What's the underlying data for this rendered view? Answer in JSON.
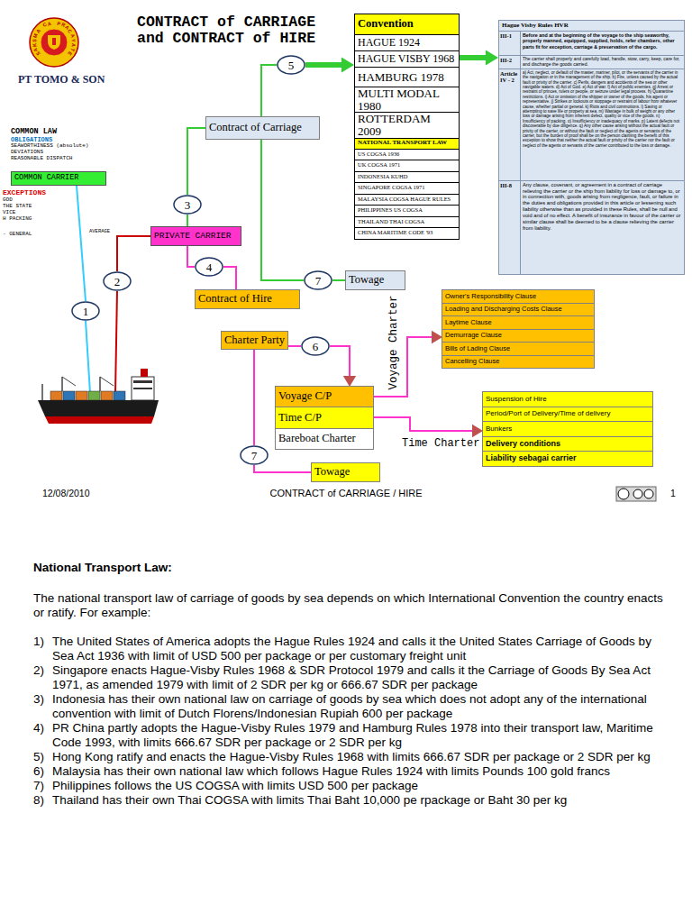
{
  "diagram": {
    "title": "CONTRACT of CARRIAGE and CONTRACT of HIRE",
    "nodes": [
      {
        "text": [
          "COMMON CARRIER"
        ]
      },
      {
        "text": [
          "1"
        ]
      },
      {
        "text": [
          "2"
        ]
      },
      {
        "text": [
          "PRIVATE CARRIER"
        ]
      },
      {
        "text": [
          "3"
        ]
      },
      {
        "text": [
          "Contract of Carriage"
        ]
      },
      {
        "text": [
          "5"
        ]
      },
      {
        "text": [
          "Convention"
        ]
      },
      {
        "text": [
          "HAGUE 1924"
        ],
        "in": 7
      },
      {
        "text": [
          "HAGUE VISBY 1968"
        ],
        "in": 7
      },
      {
        "text": [
          "HAMBURG 1978"
        ],
        "in": 7
      },
      {
        "text": [
          "MULTI MODAL 1980"
        ],
        "in": 7
      },
      {
        "text": [
          "ROTTERDAM 2009"
        ],
        "in": 7
      },
      {
        "text": [
          "NATIONAL TRANSPORT LAW"
        ],
        "in": 7
      },
      {
        "text": [
          "US COGSA 1936"
        ],
        "in": 7
      },
      {
        "text": [
          "UK COGSA 1971"
        ],
        "in": 7
      },
      {
        "text": [
          "INDONESIA KUHD"
        ],
        "in": 7
      },
      {
        "text": [
          "SINGAPORE COGSA 1971"
        ],
        "in": 7
      },
      {
        "text": [
          "MALAYSIA COGSA HAGUE RULES"
        ],
        "in": 7
      },
      {
        "text": [
          "PHILIPPINES US COGSA"
        ],
        "in": 7
      },
      {
        "text": [
          "THAILAND THAI COGSA"
        ],
        "in": 7
      },
      {
        "text": [
          "CHINA MARITIME CODE '93"
        ],
        "in": 7
      },
      {
        "text": [
          "Hague Visby Rules HVR"
        ]
      },
      {
        "text": [
          "III-1",
          "Before and at the beginning of the voyage to the ship seaworthy, properly manned, equipped, supplied, holds, refer chambers, other parts fit for exception, carriage & preservation of the cargo."
        ],
        "in": 22
      },
      {
        "text": [
          "III-2",
          "The carrier shall properly and carefully load, handle, stow, carry, keep, care for, and discharge the goods carried."
        ],
        "in": 22
      },
      {
        "text": [
          "Article IV - 2",
          "a) Act, neglect, or default of the master, mariner, pilot, or the servants of the carrier in the navigation or in the management of the ship. b) Fire, unless caused by the actual fault or privity of the carrier. c) Perils, dangers and accidents of the sea or other navigable waters. d) Act of God. e) Act of war. f) Act of public enemies. g) Arrest or restraint of princes, rulers or people, or seizure under legal process. h) Quarantine restrictions. i) Act or omission of the shipper or owner of the goods, his agent or representative. j) Strikes or lockouts or stoppage or restraint of labour from whatever cause, whether partial or general. k) Riots and civil commotions. l) Saving or attempting to save life or property at sea. m) Wastage in bulk of weight or any other loss or damage arising from inherent defect, quality or vice of the goods. n) Insufficiency of packing. o) Insufficiency or inadequacy of marks. p) Latent defects not discoverable by due diligence. q) Any other cause arising without the actual fault or privity of the carrier, or without the fault or neglect of the agents or servants of the carrier, but the burden of proof shall be on the person claiming the benefit of this exception to show that neither the actual fault or privity of the carrier nor the fault or neglect of the agents or servants of the carrier contributed to the loss or damage."
        ],
        "in": 22
      },
      {
        "text": [
          "III-8",
          "Any clause, covenant, or agreement in a contract of carriage relieving the carrier or the ship from liability for loss or damage to, or in connection with, goods arising from negligence, fault, or failure in the duties and obligations provided in this article or lessening such liability otherwise than as provided in these Rules, shall be null and void and of no effect. A benefit of insurance in favour of the carrier or similar clause shall be deemed to be a clause relieving the carrier from liability."
        ],
        "in": 22
      },
      {
        "text": [
          "4"
        ]
      },
      {
        "text": [
          "Contract of Hire"
        ]
      },
      {
        "text": [
          "7"
        ]
      },
      {
        "text": [
          "Towage"
        ]
      },
      {
        "text": [
          "Charter Party"
        ]
      },
      {
        "text": [
          "6"
        ]
      },
      {
        "text": [
          "Voyage C/P"
        ]
      },
      {
        "text": [
          "Time C/P"
        ]
      },
      {
        "text": [
          "Bareboat Charter"
        ]
      },
      {
        "text": [
          "7"
        ]
      },
      {
        "text": [
          "Towage"
        ]
      },
      {
        "text": [
          "Owner's Responsibility Clause"
        ]
      },
      {
        "text": [
          "Loading and Discharging Costs Clause"
        ]
      },
      {
        "text": [
          "Laytime Clause"
        ]
      },
      {
        "text": [
          "Demurrage Clause"
        ]
      },
      {
        "text": [
          "Bills of Lading Clause"
        ]
      },
      {
        "text": [
          "Cancelling Clause"
        ]
      },
      {
        "text": [
          "Suspension of Hire"
        ]
      },
      {
        "text": [
          "Period/Port of Delivery/Time of delivery"
        ]
      },
      {
        "text": [
          "Bunkers"
        ]
      },
      {
        "text": [
          "Delivery conditions"
        ]
      },
      {
        "text": [
          "Liability sebagai carrier"
        ]
      }
    ],
    "edges": [
      {
        "from": 1,
        "to": 0,
        "arrow": "none"
      },
      {
        "from": 2,
        "to": 3,
        "arrow": "none"
      },
      {
        "from": 3,
        "to": 4,
        "arrow": "none"
      },
      {
        "from": 4,
        "to": 5,
        "arrow": "none"
      },
      {
        "from": 5,
        "to": 6,
        "arrow": "none"
      },
      {
        "from": 6,
        "to": 7,
        "arrow": "to"
      },
      {
        "from": 9,
        "to": 22,
        "arrow": "to"
      },
      {
        "from": 3,
        "to": 27,
        "arrow": "none"
      },
      {
        "from": 27,
        "to": 28,
        "arrow": "none"
      },
      {
        "from": 5,
        "to": 29,
        "arrow": "none"
      },
      {
        "from": 29,
        "to": 30,
        "arrow": "none"
      },
      {
        "from": 31,
        "to": 32,
        "arrow": "none"
      },
      {
        "from": 32,
        "to": 33,
        "arrow": "to"
      },
      {
        "from": 31,
        "to": 36,
        "arrow": "none"
      },
      {
        "from": 36,
        "to": 37,
        "arrow": "none"
      },
      {
        "from": 33,
        "to": 41,
        "arrow": "to"
      },
      {
        "from": 34,
        "to": 46,
        "arrow": "to"
      }
    ],
    "labels": [
      "SAKSMA CA PRACAYATE",
      "PT TOMO & SON",
      "COMMON LAW",
      "OBLIGATIONS",
      "SEAWORTHINESS (absolute)",
      "DEVIATIONS",
      "REASONABLE DISPATCH",
      "EXCEPTIONS",
      "GOD",
      "THE STATE",
      "VICE",
      "H PACKING",
      "- GENERAL",
      "AVERAGE",
      "Voyage Charter",
      "Time Charter",
      "12/08/2010",
      "CONTRACT of CARRIAGE / HIRE",
      "1",
      "National Transport Law:",
      "The national transport law of carriage of goods by sea depends on which International Convention the country enacts or ratify. For example:",
      "1)",
      "The United States of America adopts the Hague Rules 1924 and calls it the United States Carriage of Goods by Sea Act 1936 with limit of USD 500 per package or per customary freight unit",
      "2)",
      "Singapore enacts Hague-Visby Rules 1968 & SDR Protocol 1979 and calls it the Carriage of Goods By Sea Act 1971, as amended 1979 with limit of 2 SDR per kg or 666.67 SDR per package",
      "3)",
      "Indonesia has their own national law on carriage of goods by sea which does not adopt any of the international convention with limit of Dutch Florens/Indonesian Rupiah 600 per package",
      "4)",
      "PR China partly adopts the Hague-Visby Rules 1979 and Hamburg Rules 1978 into their transport law, Maritime Code 1993, with limits 666.67 SDR per package or 2 SDR per kg",
      "5)",
      "Hong Kong ratify and enacts the Hague-Visby Rules 1968 with limits 666.67 SDR per package or 2 SDR per kg",
      "6)",
      "Malaysia has their own national law which follows Hague Rules 1924 with limits Pounds 100 gold francs",
      "7)",
      "Philippines follows the US COGSA with limits USD 500 per package",
      "8)",
      "Thailand has their own Thai COGSA with limits Thai Baht 10,000 pe rpackage or Baht 30 per kg"
    ]
  }
}
